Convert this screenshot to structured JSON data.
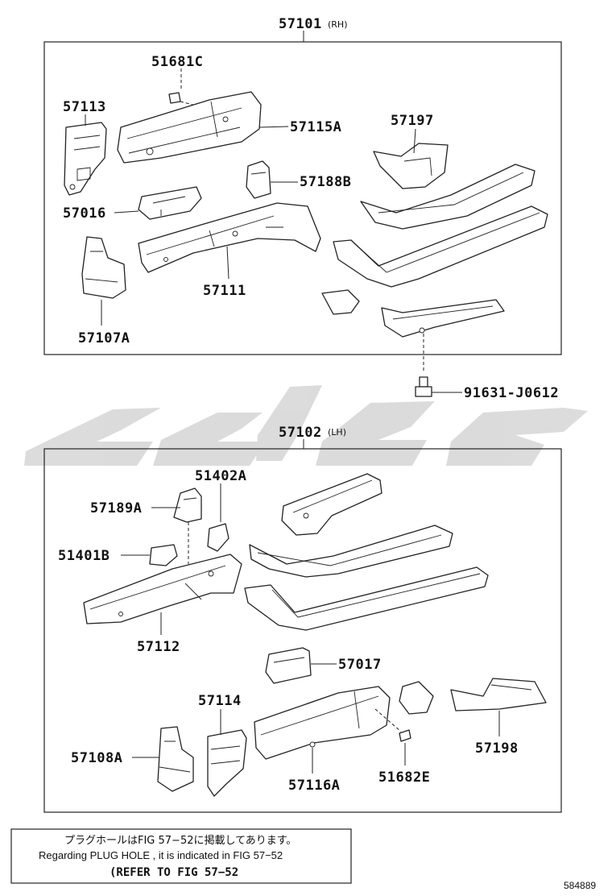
{
  "assemblies": {
    "upper": {
      "part_no": "57101",
      "side": "(RH)"
    },
    "lower": {
      "part_no": "57102",
      "side": "(LH)"
    }
  },
  "labels": {
    "p51681C": "51681C",
    "p57113": "57113",
    "p57115A": "57115A",
    "p57197": "57197",
    "p57188B": "57188B",
    "p57016": "57016",
    "p57111": "57111",
    "p57107A": "57107A",
    "p91631": "91631-J0612",
    "p51402A": "51402A",
    "p57189A": "57189A",
    "p51401B": "51401B",
    "p57112": "57112",
    "p57017": "57017",
    "p57114": "57114",
    "p57108A": "57108A",
    "p57116A": "57116A",
    "p51682E": "51682E",
    "p57198": "57198"
  },
  "note": {
    "japanese": "プラグホールはFIG 57−52に掲載してあります。",
    "english": "Regarding PLUG HOLE , it is indicated in FIG 57−52",
    "reference": "(REFER TO FIG 57−52"
  },
  "document_id": "584889",
  "colors": {
    "line": "#222222",
    "watermark": "#c8c8c8"
  }
}
